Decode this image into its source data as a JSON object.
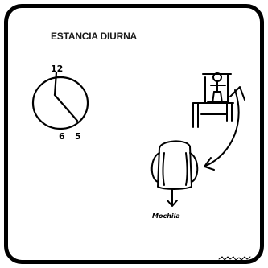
{
  "card": {
    "title": "ESTANCIA DIURNA"
  },
  "clock": {
    "label_12": "12",
    "label_6": "6",
    "label_5": "5"
  },
  "illustration": {
    "caption": "Mochila"
  },
  "colors": {
    "ink": "#000000",
    "background": "#ffffff"
  }
}
